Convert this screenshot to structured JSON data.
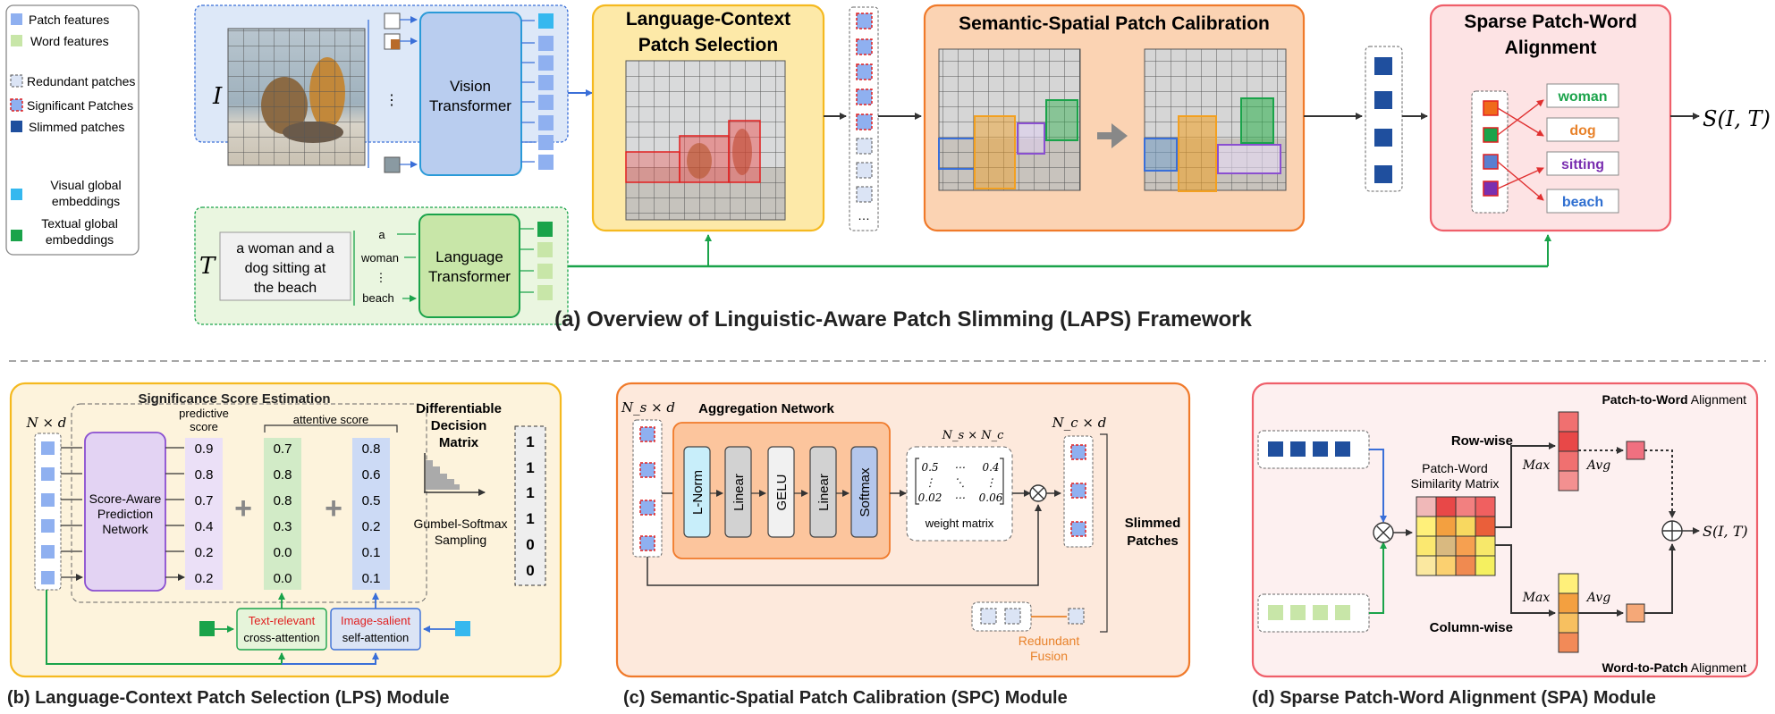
{
  "legend": {
    "patch_features": "Patch features",
    "word_features": "Word features",
    "redundant_patches": "Redundant patches",
    "significant_patches": "Significant Patches",
    "slimmed_patches": "Slimmed patches",
    "visual_global_1": "Visual global",
    "visual_global_2": "embeddings",
    "textual_global_1": "Textual global",
    "textual_global_2": "embeddings"
  },
  "colors": {
    "patch_blue": "#8fb0f0",
    "word_green": "#c8e6a8",
    "slimmed_blue": "#1f4f9e",
    "visual_global": "#35b8ef",
    "textual_global": "#1aa34a",
    "sig_red": "#e04040",
    "lps_fill": "#fde9a8",
    "spc_fill": "#fbd3b3",
    "spa_fill": "#fde3e4"
  },
  "overview": {
    "image_var": "I",
    "text_var": "T",
    "vision_transformer_1": "Vision",
    "vision_transformer_2": "Transformer",
    "language_transformer_1": "Language",
    "language_transformer_2": "Transformer",
    "caption_1": "a woman and a",
    "caption_2": "dog sitting at",
    "caption_3": "the beach",
    "tokens": [
      "a",
      "woman",
      "⋮",
      "beach"
    ],
    "vdots": "⋮",
    "lps_title_1": "Language-Context",
    "lps_title_2": "Patch Selection",
    "spc_title": "Semantic-Spatial Patch Calibration",
    "spa_title_1": "Sparse Patch-Word",
    "spa_title_2": "Alignment",
    "words": [
      "woman",
      "dog",
      "sitting",
      "beach"
    ],
    "word_colors": [
      "#1aa34a",
      "#e8822a",
      "#7a2fb0",
      "#2f6fd0"
    ],
    "score": "S(I, T)",
    "ellipsis": "…",
    "caption": "(a) Overview of Linguistic-Aware Patch Slimming (LAPS) Framework"
  },
  "lps": {
    "n_d": "N × d",
    "sse_title": "Significance Score Estimation",
    "predictive_1": "predictive",
    "predictive_2": "score",
    "attentive": "attentive score",
    "network_1": "Score-Aware",
    "network_2": "Prediction",
    "network_3": "Network",
    "predictive_scores": [
      "0.9",
      "0.8",
      "0.7",
      "0.4",
      "0.2",
      "0.2"
    ],
    "cross_scores": [
      "0.7",
      "0.8",
      "0.8",
      "0.3",
      "0.0",
      "0.0"
    ],
    "self_scores": [
      "0.8",
      "0.6",
      "0.5",
      "0.2",
      "0.1",
      "0.1"
    ],
    "ddm_1": "Differentiable",
    "ddm_2": "Decision",
    "ddm_3": "Matrix",
    "gumbel_1": "Gumbel-Softmax",
    "gumbel_2": "Sampling",
    "decisions": [
      "1",
      "1",
      "1",
      "1",
      "0",
      "0"
    ],
    "text_relevant": "Text-relevant",
    "cross_attention": "cross-attention",
    "image_salient": "Image-salient",
    "self_attention": "self-attention",
    "plus": "+",
    "caption": "(b) Language-Context Patch Selection (LPS) Module"
  },
  "spc": {
    "ns_d": "N_s × d",
    "agg_title": "Aggregation Network",
    "layers": [
      "L-Norm",
      "Linear",
      "GELU",
      "Linear",
      "Softmax"
    ],
    "ns_nc": "N_s × N_c",
    "matrix_rows": [
      [
        "0.5",
        "⋯",
        "0.4"
      ],
      [
        "⋮",
        "⋱",
        "⋮"
      ],
      [
        "0.02",
        "⋯",
        "0.06"
      ]
    ],
    "weight_matrix": "weight matrix",
    "nc_d": "N_c × d",
    "slimmed_1": "Slimmed",
    "slimmed_2": "Patches",
    "redundant_1": "Redundant",
    "redundant_2": "Fusion",
    "caption": "(c) Semantic-Spatial Patch Calibration (SPC) Module"
  },
  "spa": {
    "p2w_bold": "Patch-to-Word",
    "p2w_rest": " Alignment",
    "row_wise": "Row-wise",
    "max": "Max",
    "avg": "Avg",
    "matrix_1": "Patch-Word",
    "matrix_2": "Similarity Matrix",
    "column_wise": "Column-wise",
    "w2p_bold": "Word-to-Patch",
    "w2p_rest": " Alignment",
    "score": "S(I, T)",
    "caption": "(d) Sparse Patch-Word Alignment (SPA) Module"
  }
}
